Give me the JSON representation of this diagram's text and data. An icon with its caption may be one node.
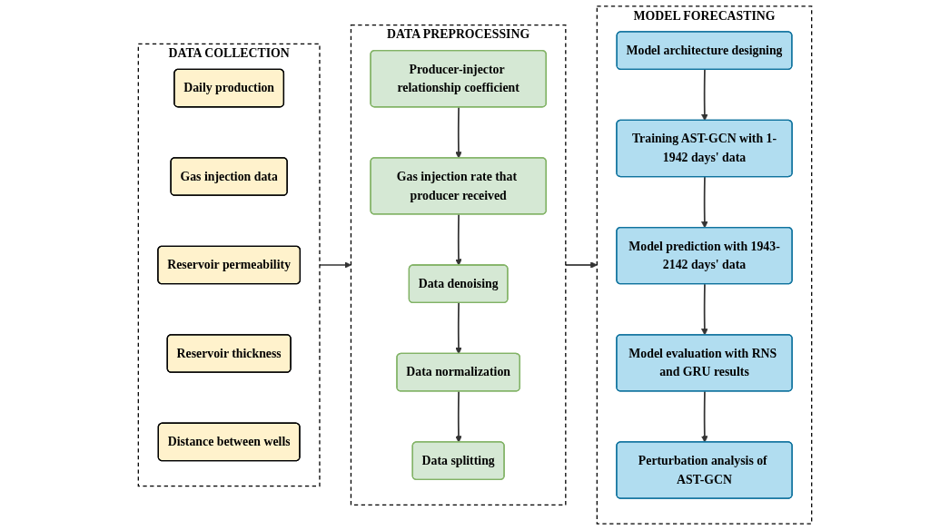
{
  "diagram": {
    "nodes": [
      {
        "text": [
          "DATA COLLECTION"
        ]
      },
      {
        "text": [
          "Daily production"
        ],
        "in": 0
      },
      {
        "text": [
          "Gas injection data"
        ],
        "in": 0
      },
      {
        "text": [
          "Reservoir permeability"
        ],
        "in": 0
      },
      {
        "text": [
          "Reservoir thickness"
        ],
        "in": 0
      },
      {
        "text": [
          "Distance between wells"
        ],
        "in": 0
      },
      {
        "text": [
          "DATA PREPROCESSING"
        ]
      },
      {
        "text": [
          "Producer-injector relationship coefficient"
        ],
        "in": 6
      },
      {
        "text": [
          "Gas injection rate that producer received"
        ],
        "in": 6
      },
      {
        "text": [
          "Data denoising"
        ],
        "in": 6
      },
      {
        "text": [
          "Data normalization"
        ],
        "in": 6
      },
      {
        "text": [
          "Data splitting"
        ],
        "in": 6
      },
      {
        "text": [
          "MODEL FORECASTING"
        ]
      },
      {
        "text": [
          "Model architecture designing"
        ],
        "in": 12
      },
      {
        "text": [
          "Training AST-GCN with 1-1942 days' data"
        ],
        "in": 12
      },
      {
        "text": [
          "Model prediction with 1943-2142 days' data"
        ],
        "in": 12
      },
      {
        "text": [
          "Model evaluation with RNS and GRU results"
        ],
        "in": 12
      },
      {
        "text": [
          "Perturbation analysis of AST-GCN"
        ],
        "in": 12
      }
    ],
    "edges": [
      {
        "from": 0,
        "to": 6,
        "arrow": "to"
      },
      {
        "from": 6,
        "to": 12,
        "arrow": "to"
      },
      {
        "from": 7,
        "to": 8,
        "arrow": "to"
      },
      {
        "from": 8,
        "to": 9,
        "arrow": "to"
      },
      {
        "from": 9,
        "to": 10,
        "arrow": "to"
      },
      {
        "from": 10,
        "to": 11,
        "arrow": "to"
      },
      {
        "from": 13,
        "to": 14,
        "arrow": "to"
      },
      {
        "from": 14,
        "to": 15,
        "arrow": "to"
      },
      {
        "from": 15,
        "to": 16,
        "arrow": "to"
      },
      {
        "from": 16,
        "to": 17,
        "arrow": "to"
      }
    ]
  }
}
